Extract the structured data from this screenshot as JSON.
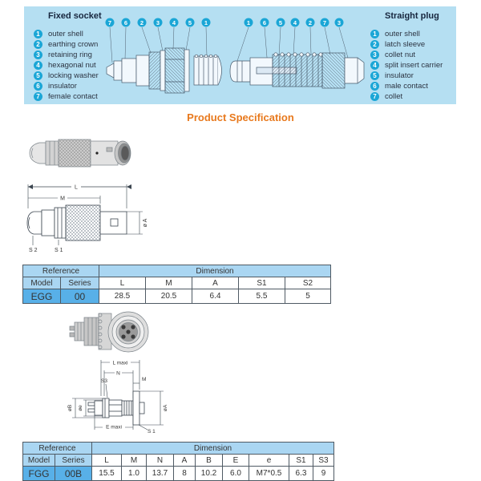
{
  "colors": {
    "panel_bg": "#b5dff2",
    "badge_cyan": "#1ba6d6",
    "heading_orange": "#e8791d",
    "table_header_bg": "#aad6f2",
    "table_model_bg": "#58b0e8",
    "table_border": "#4f5a64"
  },
  "panel": {
    "fixed_socket": {
      "title": "Fixed socket",
      "numbers": [
        "1",
        "2",
        "3",
        "4",
        "5",
        "6",
        "7"
      ],
      "items": [
        "outer shell",
        "earthing crown",
        "retaining ring",
        "hexagonal nut",
        "locking washer",
        "insulator",
        "female contact"
      ],
      "callouts": [
        "7",
        "6",
        "2",
        "3",
        "4",
        "5",
        "1"
      ]
    },
    "straight_plug": {
      "title": "Straight plug",
      "numbers": [
        "1",
        "2",
        "3",
        "4",
        "5",
        "6",
        "7"
      ],
      "items": [
        "outer shell",
        "latch sleeve",
        "collet nut",
        "split insert carrier",
        "insulator",
        "male contact",
        "collet"
      ],
      "callouts": [
        "1",
        "6",
        "5",
        "4",
        "2",
        "7",
        "3"
      ]
    }
  },
  "heading": {
    "text": "Product Specification"
  },
  "egg": {
    "dims": {
      "l": "L",
      "m": "M",
      "a": "ø A",
      "s2": "S 2",
      "s1": "S 1"
    },
    "table": {
      "reference": "Reference",
      "dimension": "Dimension",
      "model_label": "Model",
      "series_label": "Series",
      "columns": [
        "L",
        "M",
        "A",
        "S1",
        "S2"
      ],
      "model": "EGG",
      "series": "00",
      "values": [
        "28.5",
        "20.5",
        "6.4",
        "5.5",
        "5"
      ]
    }
  },
  "fgg": {
    "dims": {
      "l_maxi": "L maxi",
      "n": "N",
      "s3": "S3",
      "m": "M",
      "b": "øB",
      "e": "øe",
      "a": "øA",
      "e_maxi": "E maxi",
      "s1": "S 1"
    },
    "table": {
      "reference": "Reference",
      "dimension": "Dimension",
      "model_label": "Model",
      "series_label": "Series",
      "columns": [
        "L",
        "M",
        "N",
        "A",
        "B",
        "E",
        "e",
        "S1",
        "S3"
      ],
      "model": "FGG",
      "series": "00B",
      "values": [
        "15.5",
        "1.0",
        "13.7",
        "8",
        "10.2",
        "6.0",
        "M7*0.5",
        "6.3",
        "9"
      ]
    }
  }
}
